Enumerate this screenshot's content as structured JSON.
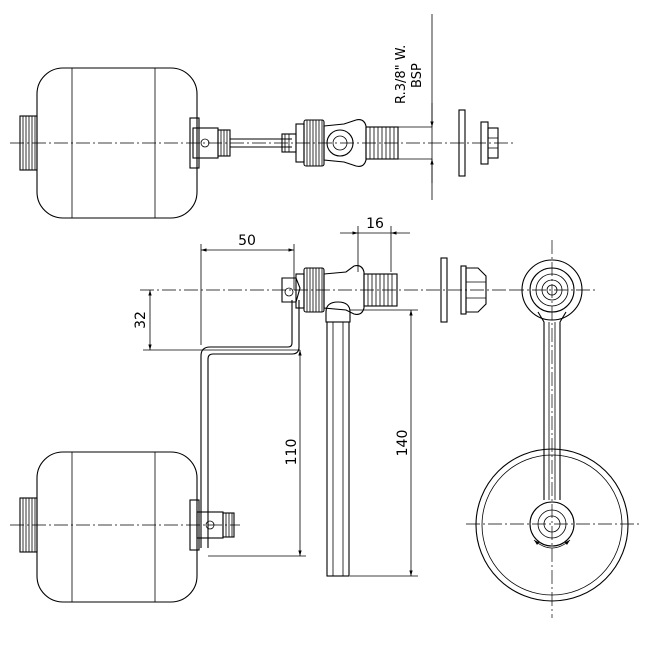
{
  "thread_spec": {
    "line1": "R.3/8\" W.",
    "line2": "BSP"
  },
  "dimensions": {
    "arm_width": "50",
    "thread_length": "16",
    "arm_offset": "32",
    "arm_drop": "110",
    "tube_length": "140"
  }
}
